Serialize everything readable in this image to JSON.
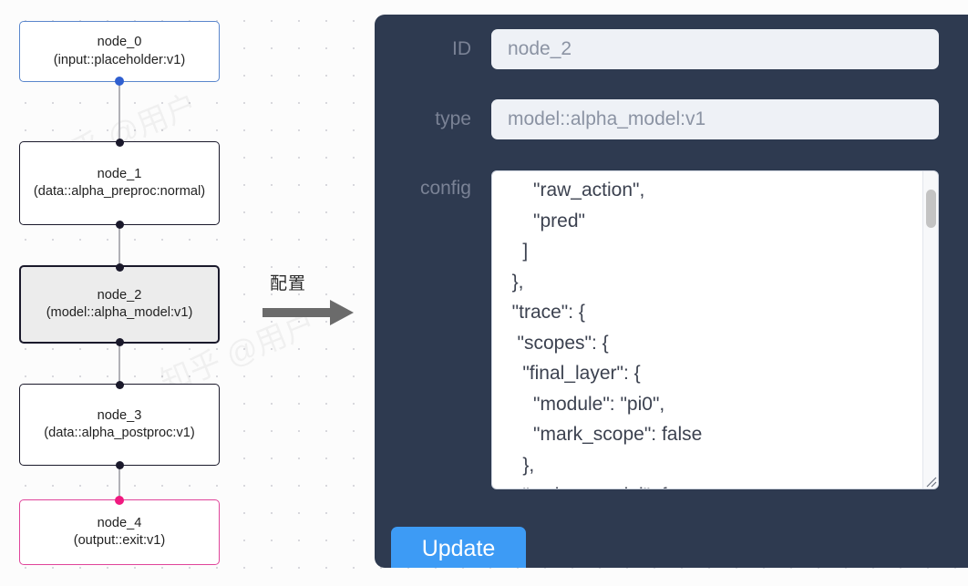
{
  "canvas": {
    "background_color": "#fcfcfc",
    "dot_color": "#d8d8dd",
    "edge_color": "#b1b1b7",
    "nodes": [
      {
        "id": "node_0",
        "title": "node_0",
        "subtitle": "(input::placeholder:v1)",
        "state": "input",
        "border_color": "#5a86cc",
        "handle_color": "#2f5fd0"
      },
      {
        "id": "node_1",
        "title": "node_1",
        "subtitle": "(data::alpha_preproc:normal)",
        "state": "default",
        "border_color": "#1a192b",
        "handle_color": "#1a192b"
      },
      {
        "id": "node_2",
        "title": "node_2",
        "subtitle": "(model::alpha_model:v1)",
        "state": "selected",
        "border_color": "#1a192b",
        "handle_color": "#1a192b"
      },
      {
        "id": "node_3",
        "title": "node_3",
        "subtitle": "(data::alpha_postproc:v1)",
        "state": "default",
        "border_color": "#1a192b",
        "handle_color": "#1a192b"
      },
      {
        "id": "node_4",
        "title": "node_4",
        "subtitle": "(output::exit:v1)",
        "state": "output",
        "border_color": "#e0449a",
        "handle_color": "#f0197f"
      }
    ]
  },
  "arrow": {
    "label": "配置",
    "color": "#6b6b6b"
  },
  "panel": {
    "background_color": "#2e3a50",
    "fields": {
      "id": {
        "label": "ID",
        "value": "node_2"
      },
      "type": {
        "label": "type",
        "value": "model::alpha_model:v1"
      },
      "config": {
        "label": "config",
        "value": "      \"raw_action\",\n      \"pred\"\n    ]\n  },\n  \"trace\": {\n   \"scopes\": {\n    \"final_layer\": {\n      \"module\": \"pi0\",\n      \"mark_scope\": false\n    },\n    \"action_model\": {"
      }
    },
    "update_button": {
      "label": "Update",
      "color": "#3d9bf5"
    },
    "scrollbar": {
      "thumb_color": "#c3c3c3"
    }
  },
  "watermark": {
    "text": "知乎 @用户"
  }
}
